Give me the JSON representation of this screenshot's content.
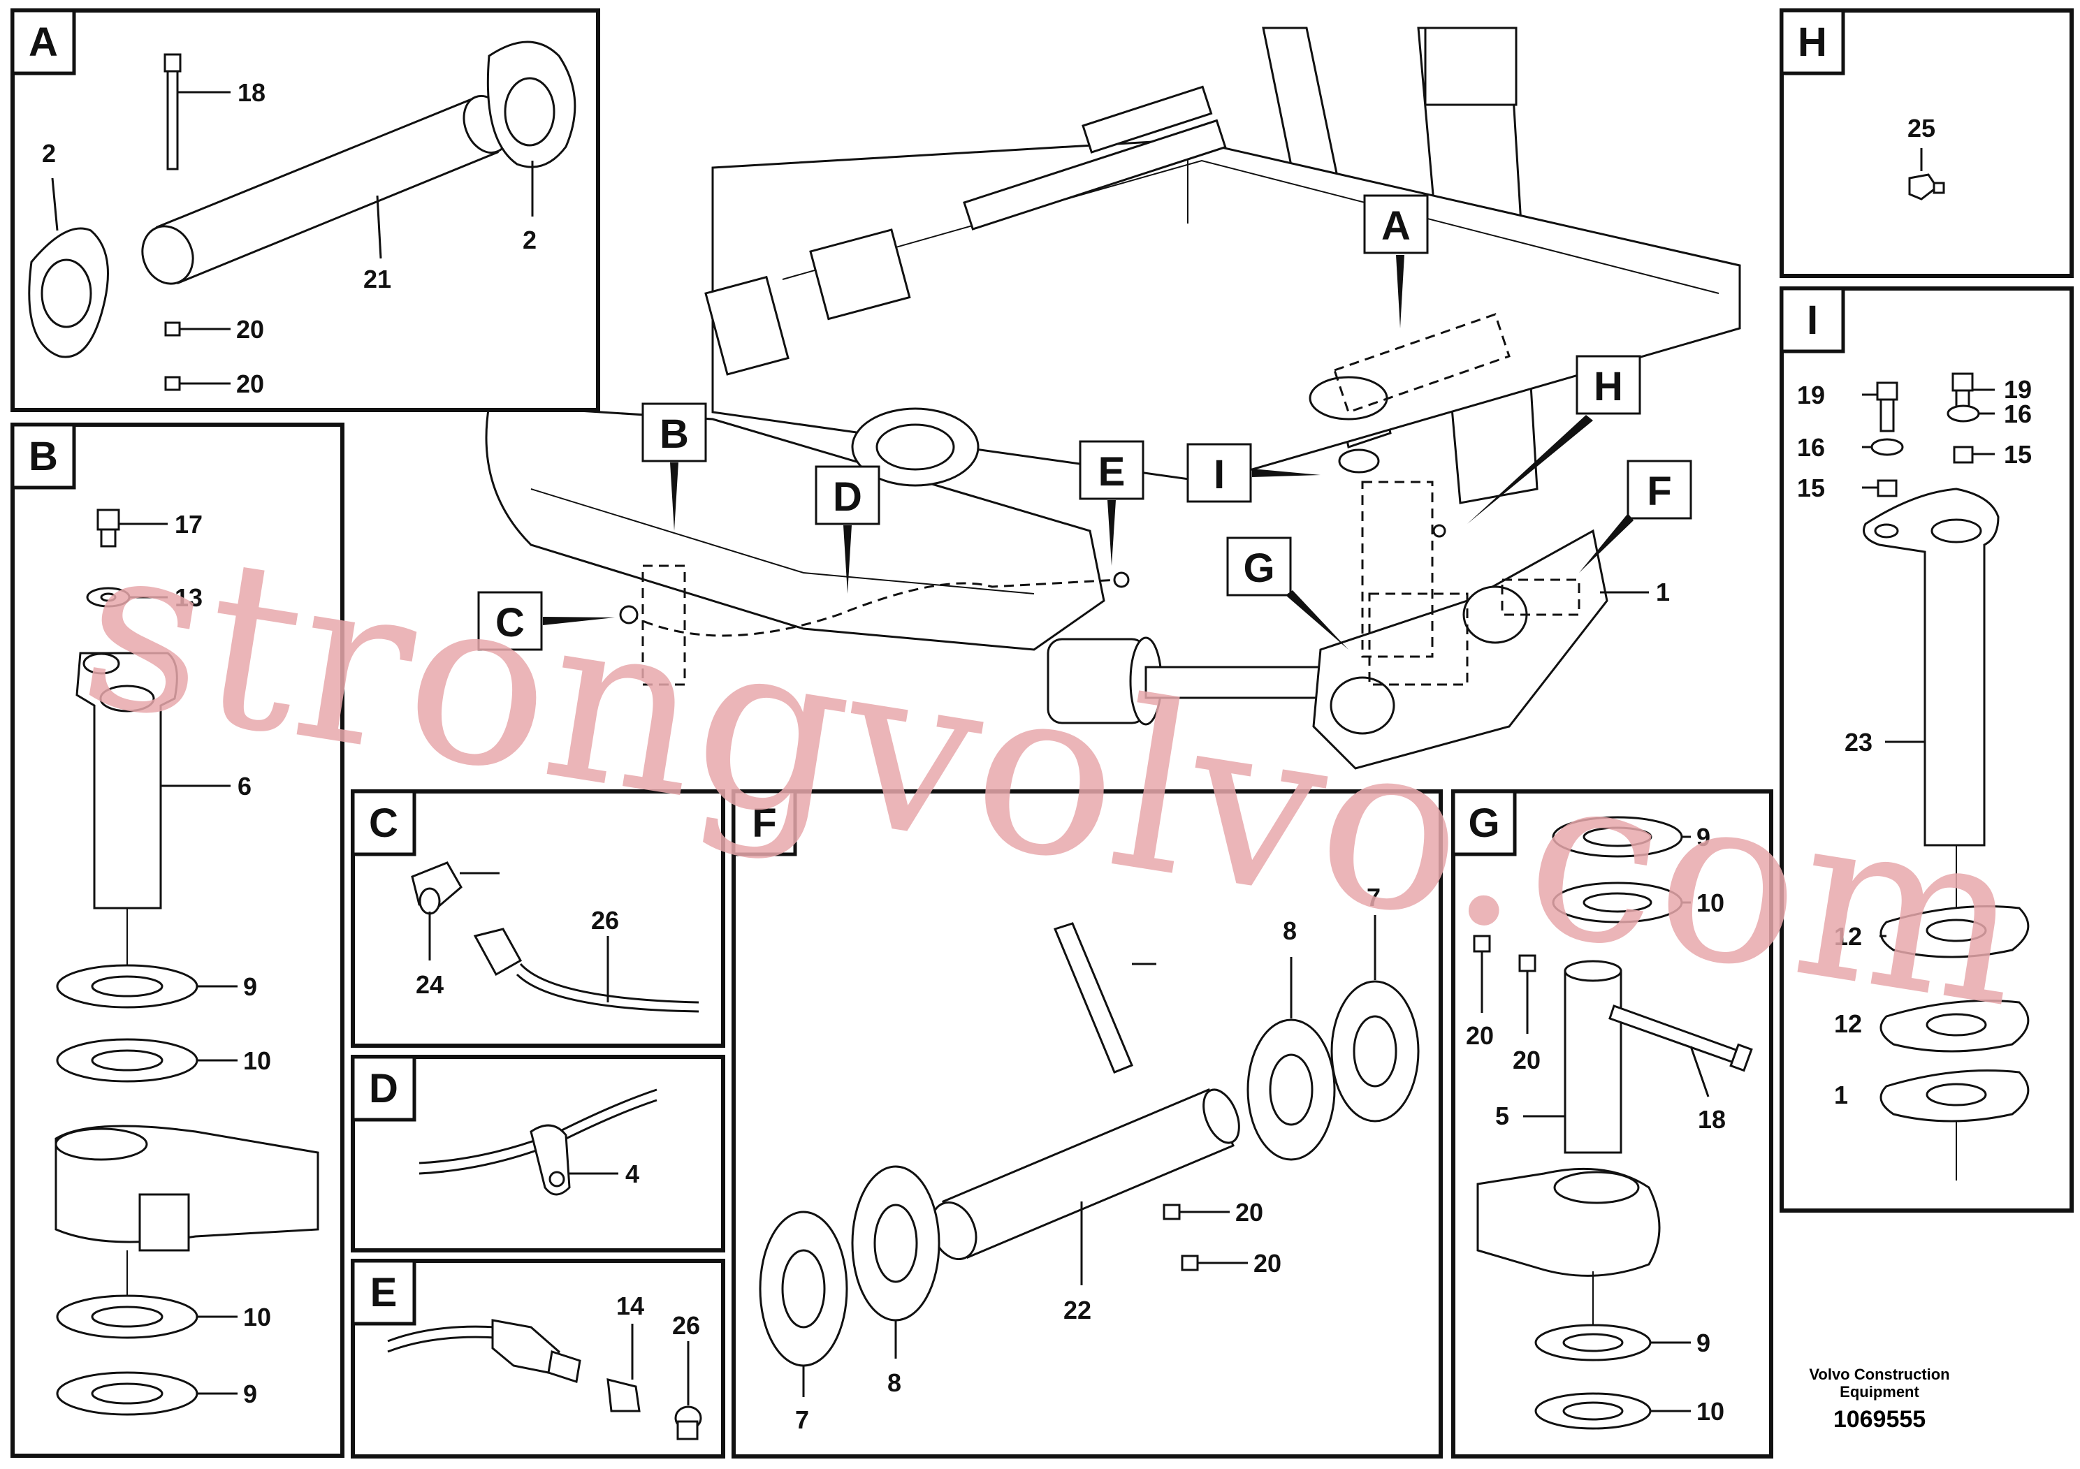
{
  "panels": {
    "A": {
      "letter": "A",
      "labels": [
        "18",
        "2",
        "2",
        "21",
        "20",
        "20"
      ]
    },
    "B": {
      "letter": "B",
      "labels": [
        "17",
        "13",
        "6",
        "9",
        "10",
        "10",
        "9"
      ]
    },
    "C": {
      "letter": "C",
      "labels": [
        "24",
        "26"
      ]
    },
    "D": {
      "letter": "D",
      "labels": [
        "4"
      ]
    },
    "E": {
      "letter": "E",
      "labels": [
        "14",
        "26"
      ]
    },
    "F": {
      "letter": "F",
      "labels": [
        "7",
        "8",
        "22",
        "20",
        "20",
        "8",
        "7"
      ]
    },
    "G": {
      "letter": "G",
      "labels": [
        "9",
        "10",
        "20",
        "20",
        "5",
        "18",
        "9",
        "10"
      ]
    },
    "H": {
      "letter": "H",
      "labels": [
        "25"
      ]
    },
    "I": {
      "letter": "I",
      "labels": [
        "19",
        "16",
        "15",
        "19",
        "16",
        "15",
        "23",
        "12",
        "12",
        "1"
      ]
    }
  },
  "main": {
    "callouts": [
      "A",
      "B",
      "C",
      "D",
      "E",
      "F",
      "G",
      "H",
      "I"
    ],
    "part_label": "1"
  },
  "footer": {
    "company_line1": "Volvo Construction",
    "company_line2": "Equipment",
    "drawing_number": "1069555"
  },
  "watermark": "strongvolvo.com",
  "colors": {
    "line": "#111111",
    "watermark": "#e8a8ac",
    "background": "#ffffff"
  }
}
